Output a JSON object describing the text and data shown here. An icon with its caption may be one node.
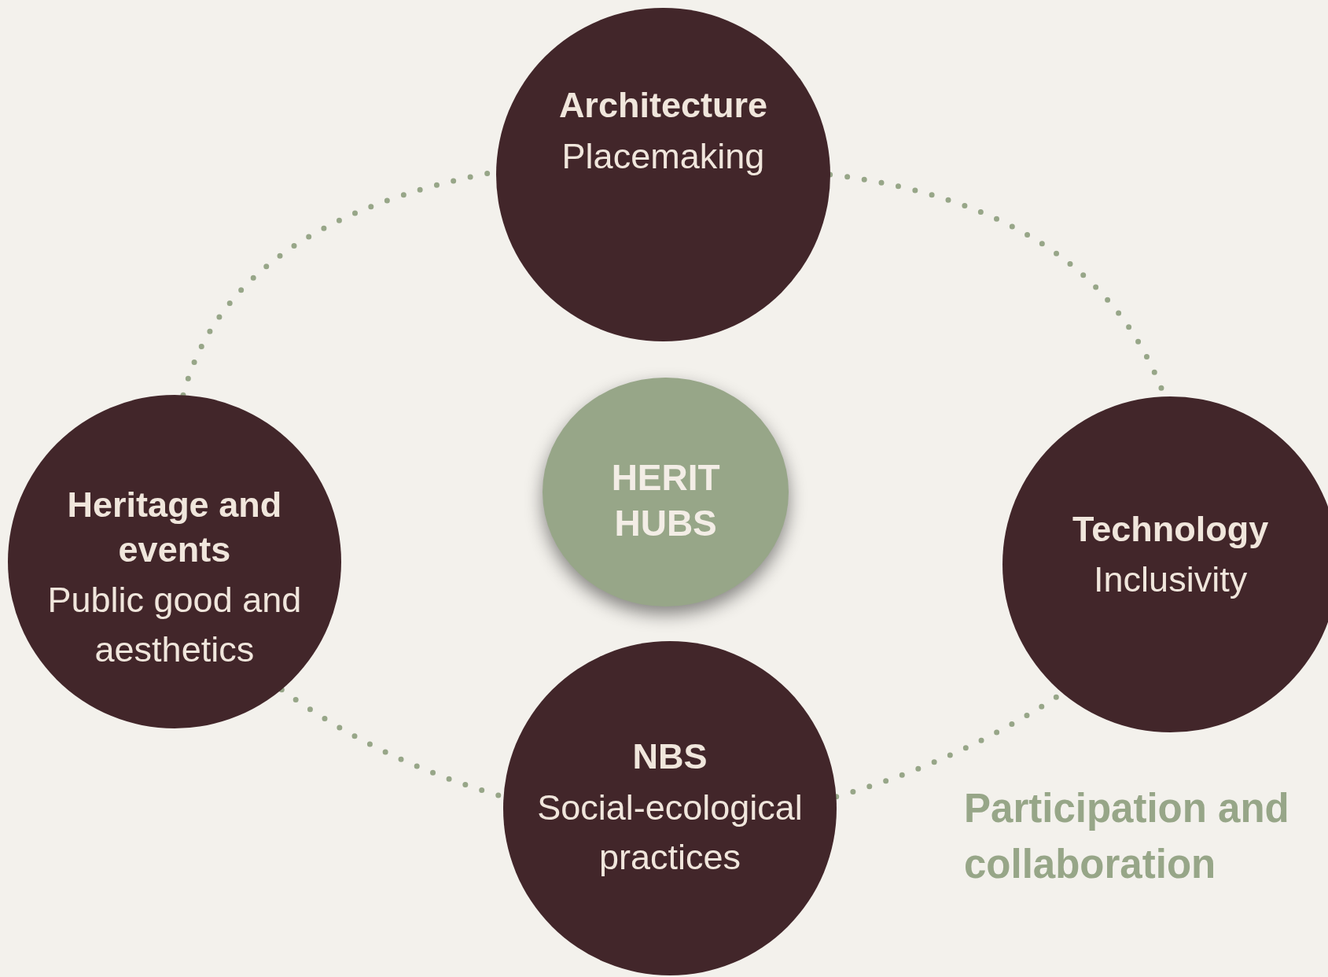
{
  "diagram": {
    "nodes": [
      {
        "text": [
          "Architecture",
          "Placemaking"
        ]
      },
      {
        "text": [
          "Heritage and events",
          "Public good and aesthetics"
        ]
      },
      {
        "text": [
          "HERIT HUBS"
        ]
      },
      {
        "text": [
          "Technology",
          "Inclusivity"
        ]
      },
      {
        "text": [
          "NBS",
          "Social-ecological practices"
        ]
      }
    ],
    "edges": [
      {
        "from": 1,
        "to": 0,
        "arrow": "none",
        "style": "dashed"
      },
      {
        "from": 0,
        "to": 3,
        "arrow": "none",
        "style": "dashed"
      },
      {
        "from": 1,
        "to": 4,
        "arrow": "none",
        "style": "dashed"
      },
      {
        "from": 4,
        "to": 3,
        "arrow": "none",
        "style": "dashed"
      }
    ],
    "labels": [
      "Participation and collaboration"
    ]
  }
}
